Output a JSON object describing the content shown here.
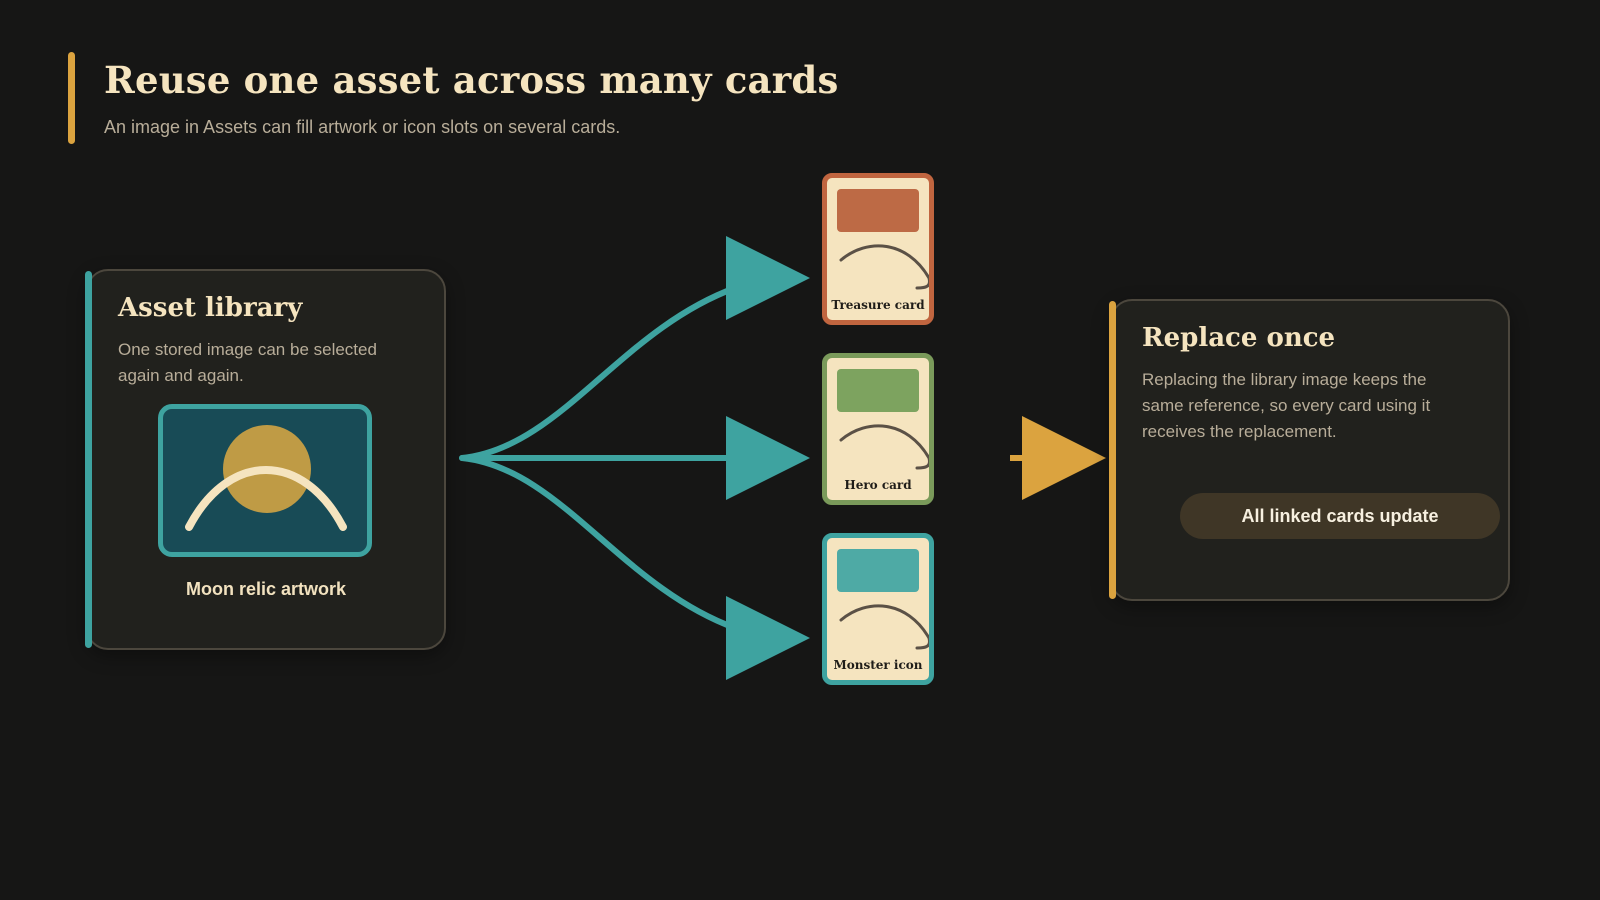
{
  "header": {
    "title": "Reuse one asset across many cards",
    "subtitle": "An image in Assets can fill artwork or icon slots on several cards."
  },
  "asset_library": {
    "title": "Asset library",
    "description": "One stored image can be selected again and again.",
    "asset_caption": "Moon relic artwork"
  },
  "cards": [
    {
      "label": "Treasure card",
      "frame_color": "#c0653f",
      "slot_color": "#bd6a45"
    },
    {
      "label": "Hero card",
      "frame_color": "#7a9a5a",
      "slot_color": "#7da35f"
    },
    {
      "label": "Monster icon",
      "frame_color": "#3ea3a0",
      "slot_color": "#4eaaa5"
    }
  ],
  "replace_panel": {
    "title": "Replace once",
    "description": "Replacing the library image keeps the same reference, so every card using it receives the replacement.",
    "button_label": "All linked cards update"
  },
  "colors": {
    "background": "#161615",
    "accent_gold": "#dba33f",
    "accent_teal": "#3ea3a0",
    "text_cream": "#f5e4bf",
    "text_muted": "#b8ad99"
  }
}
